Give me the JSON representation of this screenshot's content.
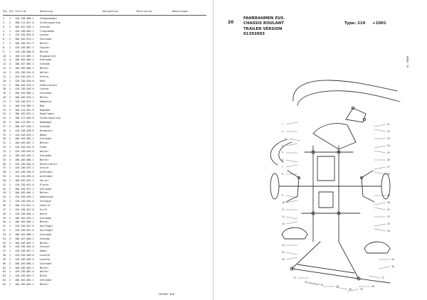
{
  "list": {
    "headers": {
      "pos": "Pos",
      "qty": "Stk",
      "part": "Teile-Nr.",
      "de": "Benennung",
      "fr": "Désignation",
      "en": "Description",
      "notes": "Bemerkungen"
    },
    "rows": [
      [
        "1",
        "1",
        "120.138.000.1",
        "Schwenkbügel",
        "",
        "",
        ""
      ],
      [
        "2",
        "2",
        "100.111.047.0",
        "Sicherungsring",
        "",
        "",
        ""
      ],
      [
        "3",
        "2",
        "100.107.016.1",
        "Scheibe",
        "",
        "",
        ""
      ],
      [
        "4",
        "1",
        "120.138.003.1",
        "Tragrahmen",
        "",
        "",
        ""
      ],
      [
        "5",
        "1",
        "120.138.004.0",
        "Lasche",
        "",
        "",
        ""
      ],
      [
        "6",
        "2",
        "100.104.074.1",
        "Schraube",
        "",
        "",
        ""
      ],
      [
        "7",
        "2",
        "100.109.011.1",
        "Mutter",
        "",
        "",
        ""
      ],
      [
        "8",
        "1",
        "120.138.007.1",
        "Zugrohr",
        "",
        "",
        ""
      ],
      [
        "9",
        "1",
        "120.138.008.0",
        "Bolzen",
        "",
        "",
        ""
      ],
      [
        "10",
        "1",
        "100.112.005.1",
        "Klappsplint",
        "",
        "",
        ""
      ],
      [
        "11",
        "4",
        "100.104.085.1",
        "Schraube",
        "",
        "",
        ""
      ],
      [
        "12",
        "4",
        "100.107.005.1",
        "Scheibe",
        "",
        "",
        ""
      ],
      [
        "13",
        "4",
        "100.109.006.1",
        "Mutter",
        "",
        "",
        ""
      ],
      [
        "14",
        "1",
        "120.138.014.0",
        "Halter",
        "",
        "",
        ""
      ],
      [
        "15",
        "1",
        "120.138.015.1",
        "Stütze",
        "",
        "",
        ""
      ],
      [
        "16",
        "1",
        "120.138.016.0",
        "Rohr",
        "",
        "",
        ""
      ],
      [
        "17",
        "2",
        "100.105.019.1",
        "Federstecker",
        "",
        "",
        ""
      ],
      [
        "18",
        "1",
        "120.138.018.0",
        "Lasche",
        "",
        "",
        ""
      ],
      [
        "19",
        "2",
        "100.104.080.1",
        "Schraube",
        "",
        "",
        ""
      ],
      [
        "20",
        "2",
        "100.109.010.1",
        "Mutter",
        "",
        "",
        ""
      ],
      [
        "21",
        "1",
        "120.138.021.1",
        "Radachse",
        "",
        "",
        ""
      ],
      [
        "22",
        "2",
        "100.114.050.1",
        "Rad",
        "",
        "",
        ""
      ],
      [
        "23",
        "2",
        "100.114.051.0",
        "Radnabe",
        "",
        "",
        ""
      ],
      [
        "24",
        "2",
        "100.102.031.1",
        "Kugellager",
        "",
        "",
        ""
      ],
      [
        "25",
        "2",
        "100.111.040.0",
        "Sicherungsring",
        "",
        "",
        ""
      ],
      [
        "26",
        "2",
        "100.114.052.1",
        "Radkappe",
        "",
        "",
        ""
      ],
      [
        "27",
        "4",
        "100.107.018.1",
        "Scheibe",
        "",
        "",
        ""
      ],
      [
        "28",
        "1",
        "120.138.028.0",
        "Bremsseil",
        "",
        "",
        ""
      ],
      [
        "29",
        "1",
        "120.138.029.1",
        "Hebel",
        "",
        "",
        ""
      ],
      [
        "30",
        "2",
        "100.104.082.1",
        "Schraube",
        "",
        "",
        ""
      ],
      [
        "31",
        "2",
        "100.109.007.1",
        "Mutter",
        "",
        "",
        ""
      ],
      [
        "32",
        "1",
        "120.138.032.0",
        "Feder",
        "",
        "",
        ""
      ],
      [
        "33",
        "1",
        "120.138.033.0",
        "Halter",
        "",
        "",
        ""
      ],
      [
        "34",
        "4",
        "100.104.076.1",
        "Schraube",
        "",
        "",
        ""
      ],
      [
        "35",
        "4",
        "100.109.006.1",
        "Mutter",
        "",
        "",
        ""
      ],
      [
        "36",
        "2",
        "120.138.036.0",
        "Rückstrahler",
        "",
        "",
        ""
      ],
      [
        "37",
        "1",
        "120.138.037.1",
        "Schild",
        "",
        "",
        ""
      ],
      [
        "38",
        "1",
        "120.138.038.0",
        "Aufkleber",
        "",
        "",
        ""
      ],
      [
        "39",
        "1",
        "120.138.039.0",
        "Aufkleber",
        "",
        "",
        ""
      ],
      [
        "40",
        "2",
        "100.105.022.1",
        "Splint",
        "",
        "",
        ""
      ],
      [
        "41",
        "1",
        "120.138.041.0",
        "Platte",
        "",
        "",
        ""
      ],
      [
        "42",
        "2",
        "100.104.072.1",
        "Schraube",
        "",
        "",
        ""
      ],
      [
        "43",
        "2",
        "100.109.005.1",
        "Mutter",
        "",
        "",
        ""
      ],
      [
        "44",
        "1",
        "120.138.044.1",
        "Abdeckung",
        "",
        "",
        ""
      ],
      [
        "45",
        "1",
        "120.138.045.0",
        "Schlauch",
        "",
        "",
        ""
      ],
      [
        "46",
        "2",
        "100.113.012.1",
        "Schelle",
        "",
        "",
        ""
      ],
      [
        "47",
        "1",
        "120.138.047.0",
        "Griff",
        "",
        "",
        ""
      ],
      [
        "48",
        "1",
        "120.138.048.1",
        "Kette",
        "",
        "",
        ""
      ],
      [
        "49",
        "2",
        "100.104.070.1",
        "Schraube",
        "",
        "",
        ""
      ],
      [
        "50",
        "2",
        "100.109.004.1",
        "Mutter",
        "",
        "",
        ""
      ],
      [
        "51",
        "1",
        "120.138.051.0",
        "Kotflügel",
        "",
        "",
        ""
      ],
      [
        "52",
        "1",
        "120.138.052.0",
        "Kotflügel",
        "",
        "",
        ""
      ],
      [
        "53",
        "4",
        "100.104.068.1",
        "Schraube",
        "",
        "",
        ""
      ],
      [
        "54",
        "4",
        "100.107.004.1",
        "Scheibe",
        "",
        "",
        ""
      ],
      [
        "55",
        "4",
        "100.109.003.1",
        "Mutter",
        "",
        "",
        ""
      ],
      [
        "56",
        "1",
        "120.138.056.0",
        "Stecker",
        "",
        "",
        ""
      ],
      [
        "57",
        "1",
        "120.138.057.1",
        "Kabel",
        "",
        "",
        ""
      ],
      [
        "58",
        "1",
        "120.138.058.0",
        "Leuchte",
        "",
        "",
        ""
      ],
      [
        "59",
        "1",
        "120.138.059.0",
        "Leuchte",
        "",
        "",
        ""
      ],
      [
        "60",
        "2",
        "100.104.066.1",
        "Schraube",
        "",
        "",
        ""
      ],
      [
        "61",
        "2",
        "100.109.002.1",
        "Mutter",
        "",
        "",
        ""
      ],
      [
        "62",
        "1",
        "120.138.062.0",
        "Halter",
        "",
        "",
        ""
      ],
      [
        "63",
        "1",
        "120.138.063.1",
        "Blech",
        "",
        "",
        ""
      ],
      [
        "64",
        "2",
        "100.104.064.1",
        "Schraube",
        "",
        "",
        ""
      ],
      [
        "65",
        "2",
        "100.109.001.1",
        "Mutter",
        "",
        "",
        ""
      ]
    ],
    "footer_code": "1013897 W18"
  },
  "right": {
    "page_number": "20",
    "title_lines": [
      "FAHRRAHMEN ZUS.",
      "CHASSIS ROULANT",
      "TRAILED VERSION",
      "01393003"
    ],
    "type_label": "Type: 210",
    "type_value": "+1001",
    "diagram_code": "01 19609"
  },
  "diagram": {
    "callouts": [
      "1",
      "2",
      "3",
      "4",
      "5",
      "6",
      "7",
      "8",
      "9",
      "10",
      "11",
      "12",
      "13",
      "14",
      "15",
      "16",
      "17",
      "18",
      "19",
      "20",
      "21",
      "22",
      "23",
      "24",
      "25",
      "26",
      "27",
      "28",
      "29",
      "30",
      "31",
      "32",
      "33",
      "34",
      "35",
      "36",
      "37",
      "38",
      "39",
      "40"
    ]
  }
}
